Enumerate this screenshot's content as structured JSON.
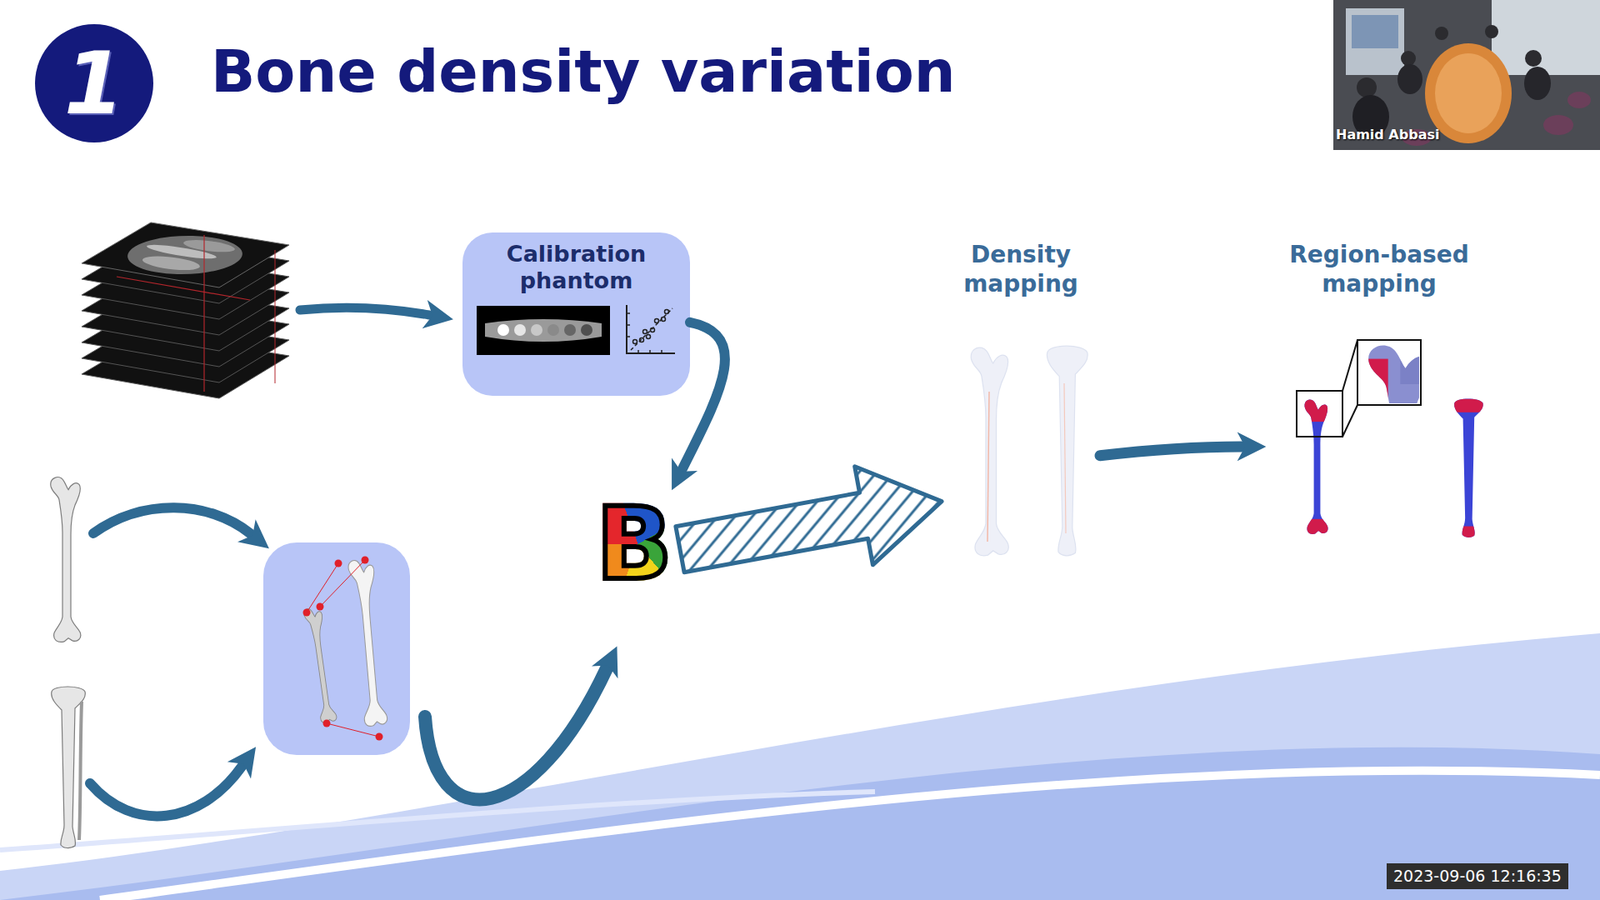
{
  "diagram": {
    "title": "Bone density variation",
    "nodes": [
      {
        "text": [
          "1"
        ]
      },
      {
        "text": [
          "Calibration phantom"
        ]
      },
      {
        "text": [
          "B"
        ]
      },
      {
        "text": [
          "Density mapping"
        ]
      },
      {
        "text": [
          "Region-based mapping"
        ]
      }
    ],
    "edges": [
      {
        "from": 1,
        "to": 2,
        "arrow": "to"
      },
      {
        "from": 2,
        "to": 3,
        "arrow": "to"
      },
      {
        "from": 3,
        "to": 4,
        "arrow": "to"
      }
    ],
    "labels": [
      "Hamid Abbasi",
      "2023-09-06 12:16:35"
    ]
  }
}
